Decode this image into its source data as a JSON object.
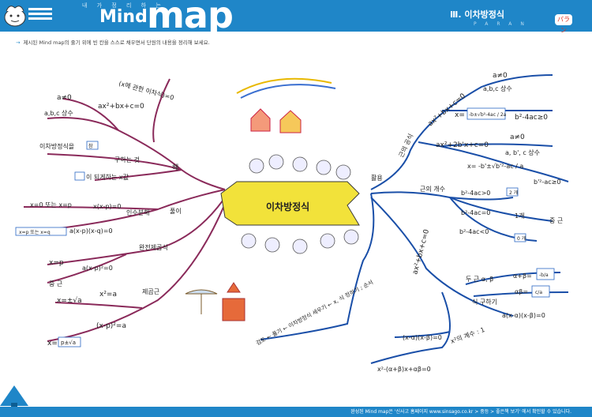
{
  "header": {
    "subtitle": "내 가 정 리 하 는",
    "mind": "Mind",
    "map": "map",
    "unit": "Ⅲ. 이차방정식",
    "paran": "PARAN",
    "logo": "パラン"
  },
  "instruction": "제시된 Mind map의 줄기 위에 빈 칸을 스스로 채우면서 단원의 내용을 정리해 보세요.",
  "footer": "완성된 Mind map은 '신사고 홈페이지 www.sinsago.co.kr > 중등 > 좋은책 보기' 에서 확인할 수 있습니다.",
  "center": "이차방정식",
  "left": {
    "branch1": "(x에 관한 이차식)=0",
    "general": "ax²+bx+c=0",
    "a_ne_0": "a≠0",
    "abc_const": "a,b,c 상수",
    "root_label": "이차방정식을",
    "root_mid": "구하는 것",
    "root_end": "이 되게하는 x값",
    "sol": "해",
    "blank_box": "참",
    "factor_label": "인수분해",
    "solve": "풀이",
    "x0_or": "x=0 또는 x=p",
    "xxp": "x(x-p)=0",
    "abq": "a(x-p)(x-q)=0",
    "small_box": "x=p 또는 x=q",
    "perfect": "완전제곱식",
    "axp2": "a(x-p)²=0",
    "x_eq_p": "x=p",
    "double": "중 근",
    "square": "제곱근",
    "x2a": "x²=a",
    "x_pm": "x=±√a",
    "xp2a": "(x-p)²=a",
    "x_box": "p±√a",
    "x_eq": "x="
  },
  "right": {
    "usage": "활용",
    "formula_label": "근의 공식",
    "eq1": "ax²+bx+c=0",
    "a_ne_0": "a≠0",
    "abc1": "a,b,c 상수",
    "x_eq": "x=",
    "formula1": "-b±√b²-4ac / 2a",
    "disc1": "b²-4ac≥0",
    "eq2": "ax²+2b'x+c=0",
    "a_ne_0_2": "a≠0",
    "abc2": "a, b', c 상수",
    "formula2": "x= -b'±√b'²-ac / a",
    "disc2": "b'²-ac≥0",
    "count_label": "근의 개수",
    "c1": "b²-4ac>0",
    "n1": "2 개",
    "c2": "b²-4ac=0",
    "n2": "1개",
    "double": "중 근",
    "c3": "b²-4ac<0",
    "n3": "0 개",
    "eq3": "ax²+bx+c=0",
    "roots": "두 근 α, β",
    "sum": "α+β=",
    "sum_box": "-b/a",
    "prod": "αβ=",
    "prod_box": "c/a",
    "make": "식 구하기",
    "factored": "a(x-α)(x-β)=0",
    "coef1": "x²의 계수 : 1",
    "xab": "(x-α)(x-β)=0",
    "expanded": "x²-(α+β)x+αβ=0",
    "process": "검토 ← 풀기 ← 이차방정식 세우기 ← x, 식 정하기 ; 순서"
  },
  "colors": {
    "branch": "#8a2a5a",
    "right_branch": "#1a4fa8",
    "header": "#1f86c8",
    "banner": "#f2e23a"
  },
  "icons": [
    "mascot-icon",
    "tree-icon",
    "sun-icon",
    "house-icon",
    "castle-icon",
    "chef-icon"
  ]
}
